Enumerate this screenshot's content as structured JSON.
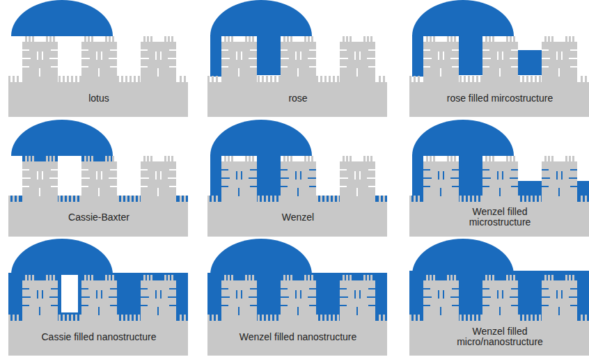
{
  "diagram": {
    "labels": [
      "lotus",
      "rose",
      "rose filled mircostructure",
      "Cassie-Baxter",
      "Wenzel",
      "Wenzel filled microstructure",
      "Cassie filled nanostructure",
      "Wenzel filled nanostructure",
      "Wenzel filled micro/nanostructure"
    ]
  }
}
